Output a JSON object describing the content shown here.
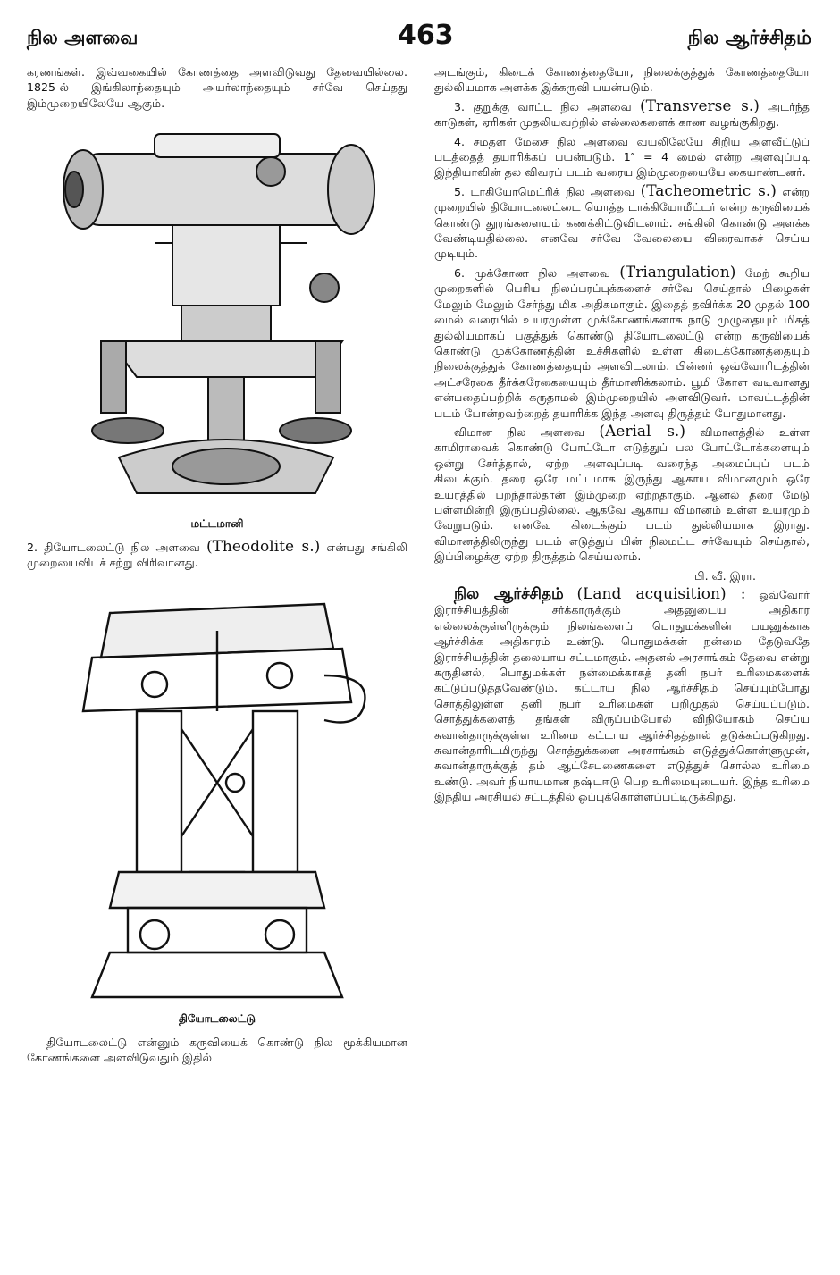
{
  "header": {
    "left": "நில அளவை",
    "page_number": "463",
    "right": "நில ஆர்ச்சிதம்"
  },
  "left": {
    "p_intro": "கரணங்கள். இவ்வகையில் கோணத்தை அளவிடுவது தேவையில்லை. 1825-ல் இங்கிலாந்தையும் அயர்லாந்தையும் சர்வே செய்தது இம்முறையிலேயே ஆகும்.",
    "fig1_caption": "மட்டமானி",
    "p2_num": "2.",
    "p2_head": "தியோடலைட்டு நில அளவை",
    "p2_eng": "(Theodolite s.)",
    "p2_text": "என்பது சங்கிலி முறையைவிடச் சற்று விரிவானது.",
    "fig2_caption": "தியோடலைட்டு",
    "p_bottom": "தியோடலைட்டு என்னும் கருவியைக் கொண்டு நில மூக்கியமான கோணங்களை அளவிடுவதும் இதில்"
  },
  "right": {
    "p_cont": "அடங்கும், கிடைக் கோணத்தையோ, நிலைக்குத்துக் கோணத்தையோ துல்லியமாக அளக்க இக்கருவி பயன்படும்.",
    "p3_num": "3.",
    "p3_head": "குறுக்கு வாட்ட நில அளவை",
    "p3_eng": "(Transverse s.)",
    "p3_text": "அடர்ந்த காடுகள், ஏரிகள் முதலியவற்றில் எல்லைகளைக் காண வழங்குகிறது.",
    "p4_num": "4.",
    "p4_head": "சமதள மேசை நில அளவை",
    "p4_text": "வயலிலேயே சிறிய அளவீட்டுப் படத்தைத் தயாரிக்கப் பயன்படும். 1″ = 4 மைல் என்ற அளவுப்படி இந்தியாவின் தல விவரப் படம் வரைய இம்முறையையே கையாண்டனர்.",
    "p5_num": "5.",
    "p5_head": "டாகியோமெட்ரிக் நில அளவை",
    "p5_eng": "(Tacheometric s.)",
    "p5_text": "என்ற முறையில் தியோடலைட்டை யொத்த டாக்கியோமீட்டர் என்ற கருவியைக் கொண்டு தூரங்களையும் கணக்கிட்டுவிடலாம். சங்கிலி கொண்டு அளக்க வேண்டியதில்லை. எனவே சர்வே வேலையை விரைவாகச் செய்ய முடியும்.",
    "p6_num": "6.",
    "p6_head": "முக்கோண நில அளவை",
    "p6_eng": "(Triangulation)",
    "p6_text": "மேற் கூறிய முறைகளில் பெரிய நிலப்பரப்புக்களைச் சர்வே செய்தால் பிழைகள் மேலும் மேலும் சேர்ந்து மிக அதிகமாகும். இதைத் தவிர்க்க 20 முதல் 100 மைல் வரையில் உயரமுள்ள முக்கோணங்களாக நாடு முழுதையும் மிகத் துல்லியமாகப் பகுத்துக் கொண்டு தியோடலைட்டு என்ற கருவியைக் கொண்டு முக்கோணத்தின் உச்சிகளில் உள்ள கிடைக்கோணத்தையும் நிலைக்குத்துக் கோணத்தையும் அளவிடலாம். பின்னர் ஒவ்வோரிடத்தின் அட்சரேகை தீர்க்கரேகையையும் தீர்மானிக்கலாம். பூமி கோள வடிவானது என்பதைப்பற்றிக் கருதாமல் இம்முறையில் அளவிடுவர். மாவட்டத்தின் படம் போன்றவற்றைத் தயாரிக்க இந்த அளவு திருத்தம் போதுமானது.",
    "p7_head": "விமான நில அளவை",
    "p7_eng": "(Aerial s.)",
    "p7_text": "விமானத்தில் உள்ள காமிராவைக் கொண்டு போட்டோ எடுத்துப் பல போட்டோக்களையும் ஒன்று சேர்த்தால், ஏற்ற அளவுப்படி வரைந்த அமைப்புப் படம் கிடைக்கும். தரை ஒரே மட்டமாக இருந்து ஆகாய விமானமும் ஒரே உயரத்தில் பறந்தால்தான் இம்முறை ஏற்றதாகும். ஆனல் தரை மேடு பள்ளமின்றி இருப்பதில்லை. ஆகவே ஆகாய விமானம் உள்ள உயரமும் வேறுபடும். எனவே கிடைக்கும் படம் துல்லியமாக இராது. விமானத்திலிருந்து படம் எடுத்துப் பின் நிலமட்ட சர்வேயும் செய்தால், இப்பிழைக்கு ஏற்ற திருத்தம் செய்யலாம்.",
    "p7_sig": "பி. வீ. இரா.",
    "p8_head": "நில ஆர்ச்சிதம்",
    "p8_eng": "(Land acquisition) :",
    "p8_text": "ஒவ்வோர் இராச்சியத்தின் சர்க்காருக்கும் அதனுடைய அதிகார எல்லைக்குள்ளிருக்கும் நிலங்களைப் பொதுமக்களின் பயனுக்காக ஆர்ச்சிக்க அதிகாரம் உண்டு. பொதுமக்கள் நன்மை தேடுவதே இராச்சியத்தின் தலையாய சட்டமாகும். அதனல் அரசாங்கம் தேவை என்று கருதினல், பொதுமக்கள் நன்மைக்காகத் தனி நபர் உரிமைகளைக் கட்டுப்படுத்தவேண்டும். கட்டாய நில ஆர்ச்சிதம் செய்யும்போது சொத்திலுள்ள தனி நபர் உரிமைகள் பறிமுதல் செய்யப்படும். சொத்துக்களைத் தங்கள் விருப்பம்போல் விநியோகம் செய்ய சுவான்தாருக்குள்ள உரிமை கட்டாய ஆர்ச்சிதத்தால் தடுக்கப்படுகிறது. சுவான்தாரிடமிருந்து சொத்துக்களை அரசாங்கம் எடுத்துக்கொள்ளுமுன், சுவான்தாருக்குத் தம் ஆட்சேபணைகளை எடுத்துச் சொல்ல உரிமை உண்டு. அவர் நியாயமான நஷ்டஈடு பெற உரிமையுடையர். இந்த உரிமை இந்திய அரசியல் சட்டத்தில் ஒப்புக்கொள்ளப்பட்டிருக்கிறது."
  }
}
